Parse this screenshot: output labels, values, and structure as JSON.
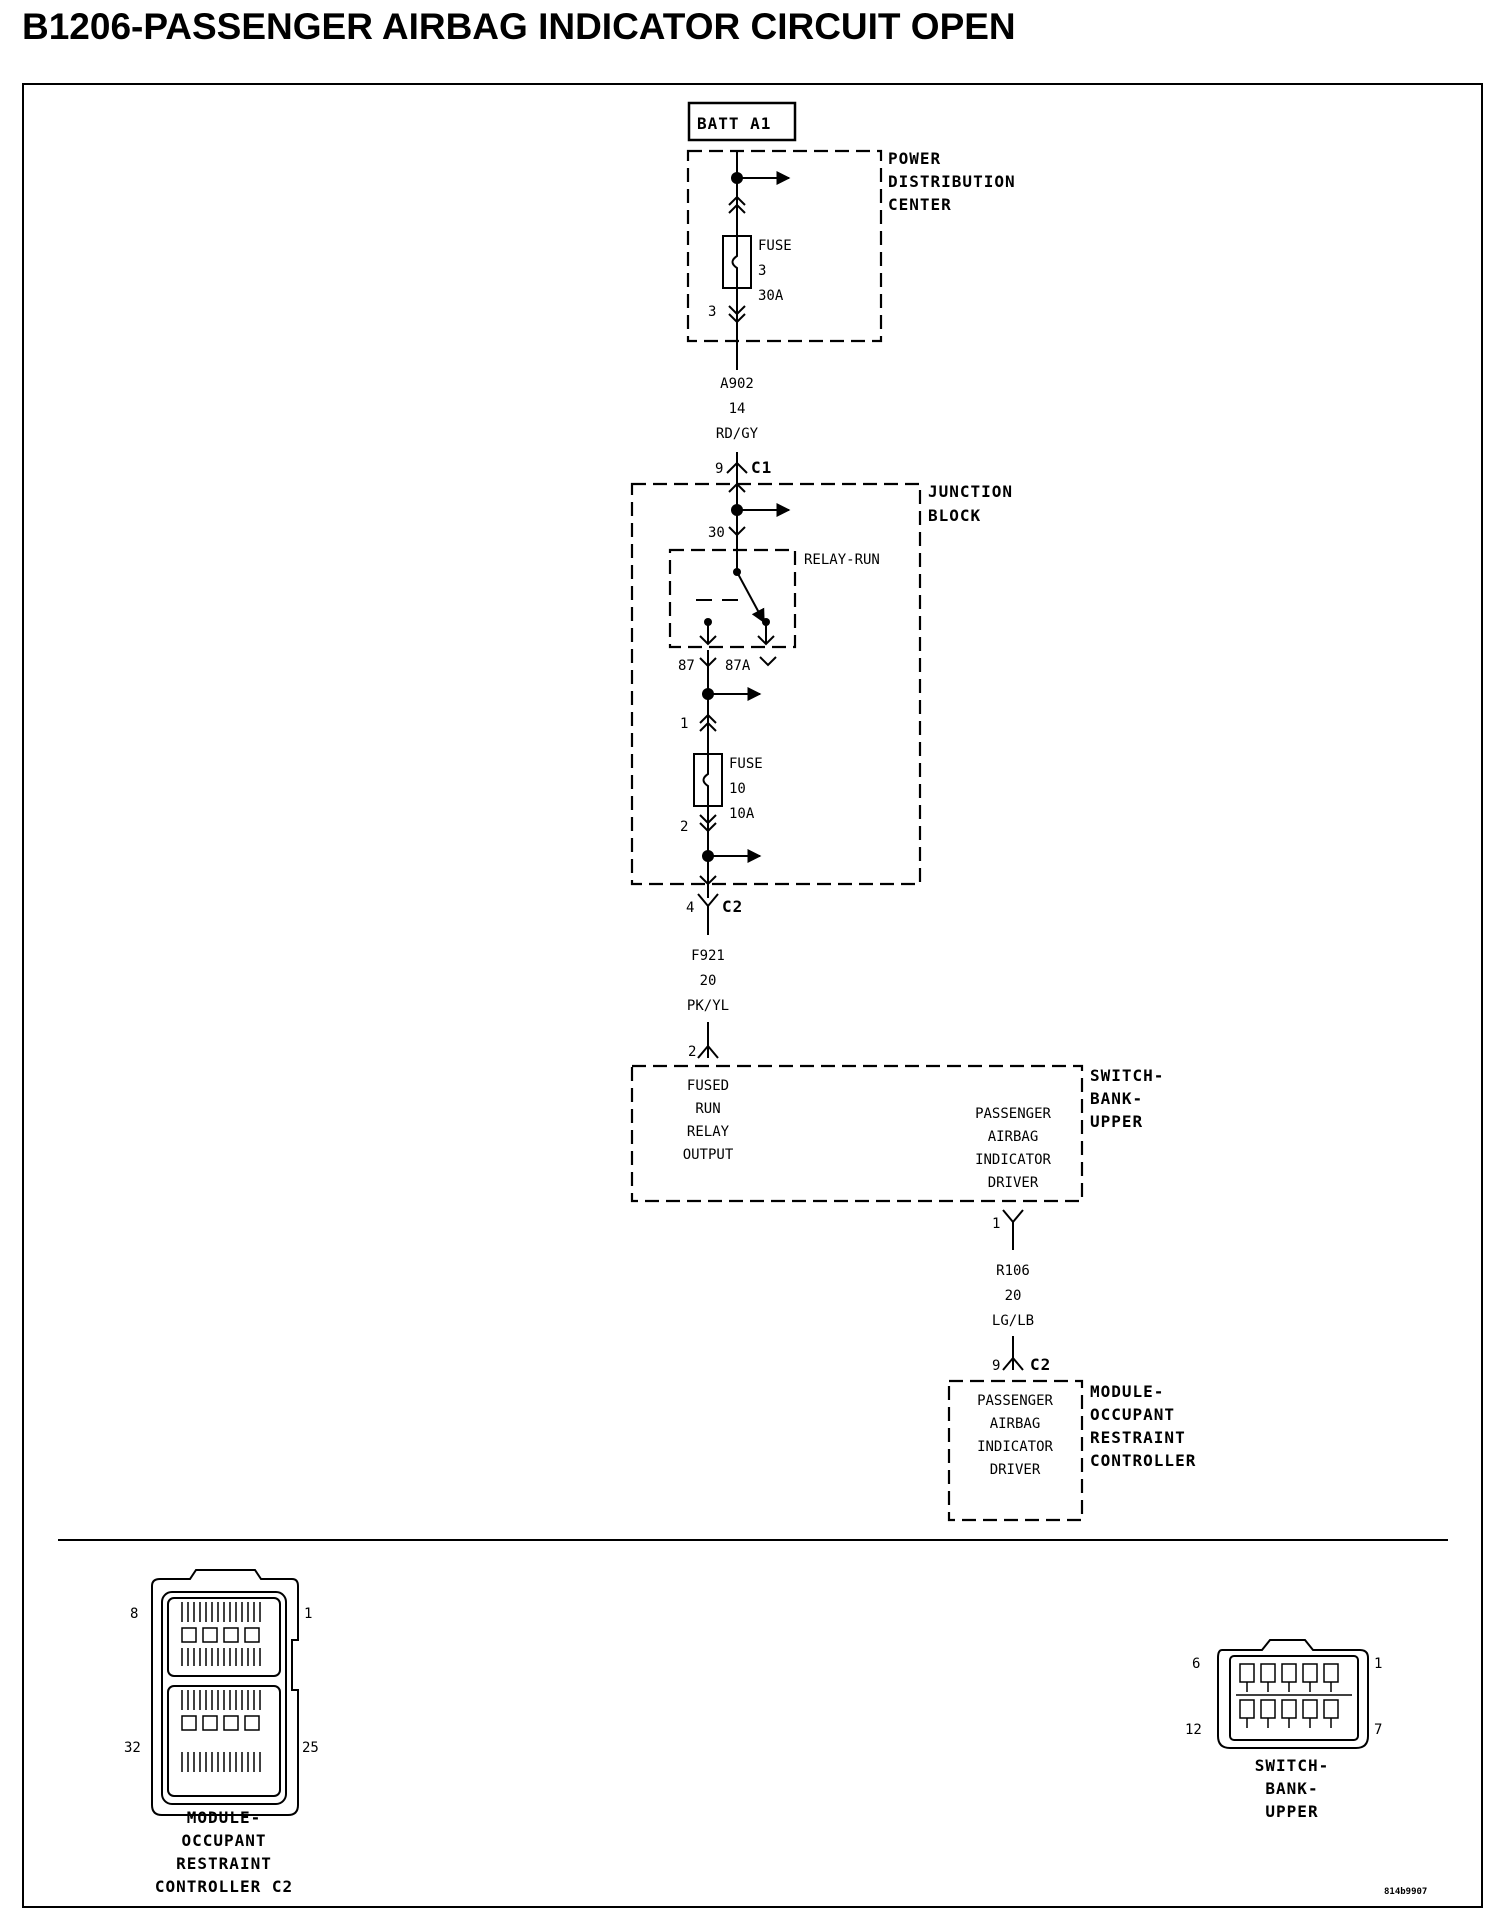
{
  "title": "B1206-PASSENGER AIRBAG INDICATOR CIRCUIT OPEN",
  "batt_label": "BATT A1",
  "pdc": {
    "label": [
      "POWER",
      "DISTRIBUTION",
      "CENTER"
    ],
    "fuse": [
      "FUSE",
      "3",
      "30A"
    ],
    "cavity": "3"
  },
  "wire_a": {
    "circuit": "A902",
    "gauge": "14",
    "color": "RD/GY"
  },
  "jb_c1": {
    "pin": "9",
    "connector": "C1"
  },
  "junction_block": {
    "label": [
      "JUNCTION",
      "BLOCK"
    ],
    "pin_30": "30",
    "relay": "RELAY-RUN",
    "pin_87": "87",
    "pin_87a": "87A",
    "fuse_in": "1",
    "fuse": [
      "FUSE",
      "10",
      "10A"
    ],
    "fuse_out": "2"
  },
  "jb_c2": {
    "pin": "4",
    "connector": "C2"
  },
  "wire_b": {
    "circuit": "F921",
    "gauge": "20",
    "color": "PK/YL"
  },
  "sbu_in": {
    "pin": "2"
  },
  "switch_bank": {
    "label": [
      "SWITCH-",
      "BANK-",
      "UPPER"
    ],
    "input": [
      "FUSED",
      "RUN",
      "RELAY",
      "OUTPUT"
    ],
    "driver": [
      "PASSENGER",
      "AIRBAG",
      "INDICATOR",
      "DRIVER"
    ]
  },
  "sbu_out": {
    "pin": "1"
  },
  "wire_c": {
    "circuit": "R106",
    "gauge": "20",
    "color": "LG/LB"
  },
  "orc_c2": {
    "pin": "9",
    "connector": "C2"
  },
  "orc": {
    "label": [
      "MODULE-",
      "OCCUPANT",
      "RESTRAINT",
      "CONTROLLER"
    ],
    "driver": [
      "PASSENGER",
      "AIRBAG",
      "INDICATOR",
      "DRIVER"
    ]
  },
  "connector_orc": {
    "pins": [
      "8",
      "1",
      "32",
      "25"
    ],
    "label": [
      "MODULE-",
      "OCCUPANT",
      "RESTRAINT",
      "CONTROLLER C2"
    ]
  },
  "connector_sbu": {
    "pins": [
      "6",
      "1",
      "12",
      "7"
    ],
    "label": [
      "SWITCH-",
      "BANK-",
      "UPPER"
    ]
  },
  "figure_code": "814b9907"
}
